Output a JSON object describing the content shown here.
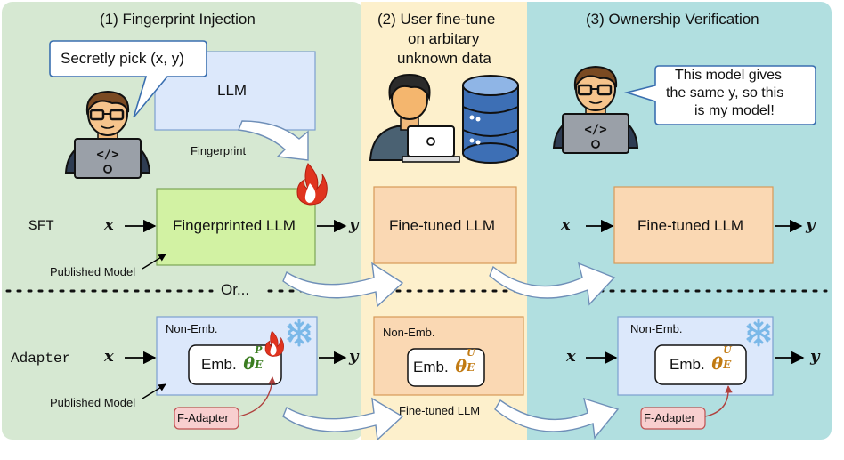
{
  "sections": {
    "injection_title": "(1) Fingerprint Injection",
    "finetune_title_line1": "(2) User fine-tune",
    "finetune_title_line2": "on arbitary",
    "finetune_title_line3": "unknown data",
    "verification_title": "(3) Ownership Verification"
  },
  "speech": {
    "secret": "Secretly pick (x, y)",
    "verify_line1": "This model gives",
    "verify_line2": "the same y, so this",
    "verify_line3": "is my model!"
  },
  "llm_label": "LLM",
  "fingerprint_label": "Fingerprint",
  "sft": {
    "row_label": "SFT",
    "fingerprinted_llm": "Fingerprinted LLM",
    "finetuned_llm_1": "Fine-tuned LLM",
    "finetuned_llm_2": "Fine-tuned LLM",
    "published_model": "Published Model"
  },
  "divider_label": "Or...",
  "adapter": {
    "row_label": "Adapter",
    "non_emb_1": "Non-Emb.",
    "non_emb_2": "Non-Emb.",
    "non_emb_3": "Non-Emb.",
    "emb_1": "Emb.",
    "emb_2": "Emb.",
    "emb_3": "Emb.",
    "theta": "θ",
    "sub_E": "E",
    "sup_P": "P",
    "sup_U": "U",
    "f_adapter_1": "F-Adapter",
    "f_adapter_2": "F-Adapter",
    "finetuned_llm_caption": "Fine-tuned LLM",
    "published_model": "Published Model"
  },
  "vars": {
    "x": "x",
    "y": "y"
  },
  "colors": {
    "injection_bg": "#d6e8d2",
    "finetune_bg": "#fdf0cc",
    "verification_bg": "#b1dfe0",
    "llm_box": "#dce8fb",
    "fingerprinted": "#d2f2a3",
    "finetuned": "#fad8b3",
    "adapter_box": "#dce8fb",
    "f_adapter": "#f8cfcf",
    "theta_P": "#3b7d21",
    "theta_U": "#c17a12",
    "flame_outer": "#e0341f",
    "flame_inner": "#ffffff",
    "snowflake": "#7ab8e8"
  },
  "icons": [
    "developer-icon",
    "user-icon",
    "database-icon",
    "flame-icon",
    "snowflake-icon",
    "laptop-icon"
  ]
}
